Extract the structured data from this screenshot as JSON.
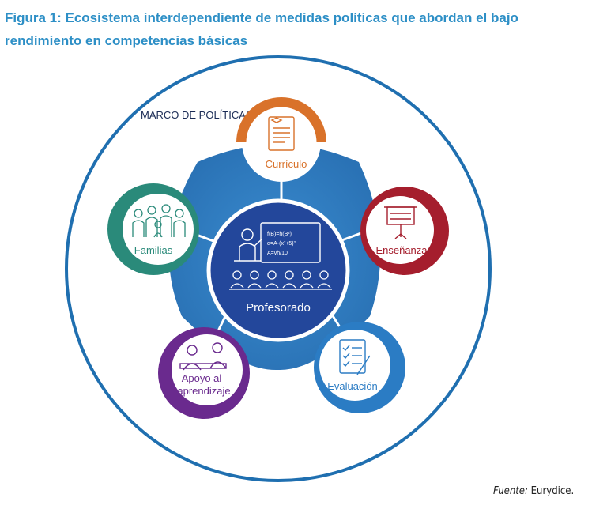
{
  "figure": {
    "title": "Figura 1: Ecosistema interdependiente de medidas políticas que abordan el bajo rendimiento en competencias básicas",
    "frame_label": "MARCO DE POLÍTICAS",
    "center_label": "Profesorado",
    "nodes": {
      "curriculo": "Currículo",
      "ensenanza": "Enseñanza",
      "evaluacion": "Evaluación",
      "apoyo_line1": "Apoyo al",
      "apoyo_line2": "aprendizaje",
      "familias": "Familias"
    },
    "board_formula_1": "f(B)=h(B²)",
    "board_formula_2": "α=A·(x²+5)²",
    "board_formula_3": "A=vh/10",
    "source_label": "Fuente:",
    "source_value": "Eurydice."
  },
  "colors": {
    "title": "#2d8fc6",
    "outer_ring": "#1f6fb0",
    "pentagon": "#2f7fc0",
    "center": "#23479b",
    "curriculo": "#d9722a",
    "ensenanza": "#a51e2d",
    "evaluacion": "#2b7cc4",
    "apoyo": "#6a2a8e",
    "familias": "#2a8a7a"
  }
}
